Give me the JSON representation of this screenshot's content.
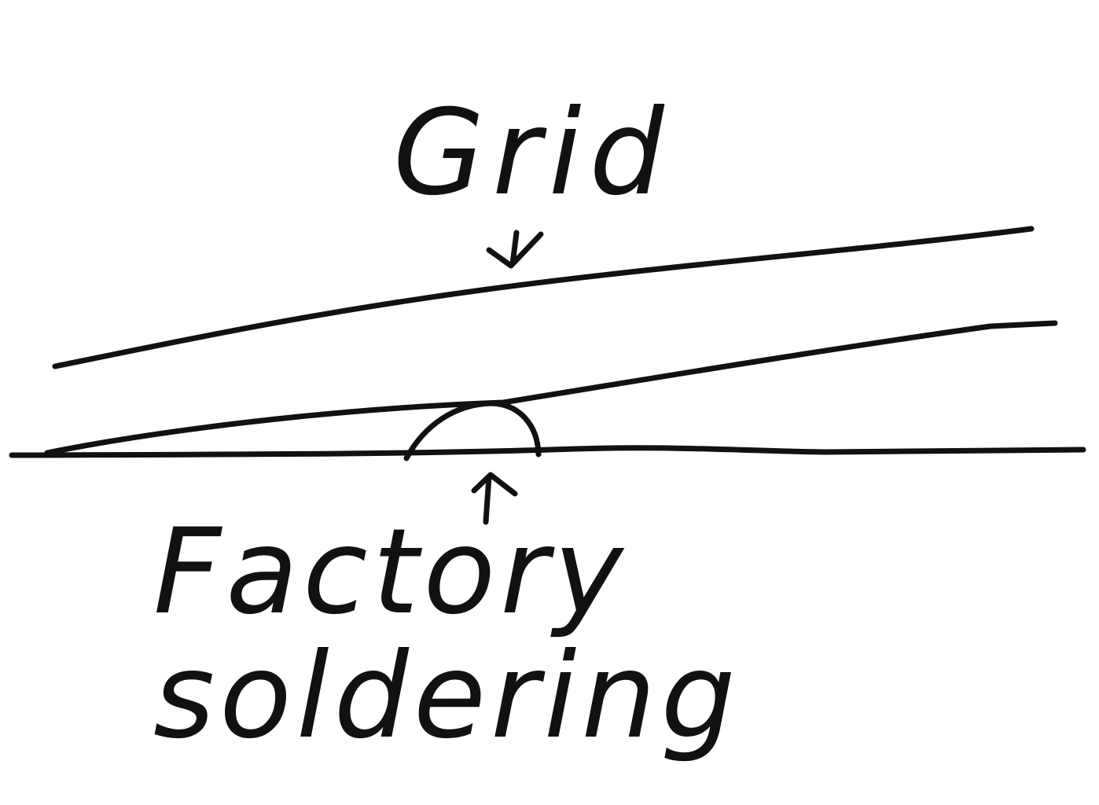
{
  "labels": {
    "top": "Grid",
    "bottom_line1": "Factory",
    "bottom_line2": "soldering"
  },
  "colors": {
    "ink": "#111111",
    "background": "#ffffff"
  }
}
